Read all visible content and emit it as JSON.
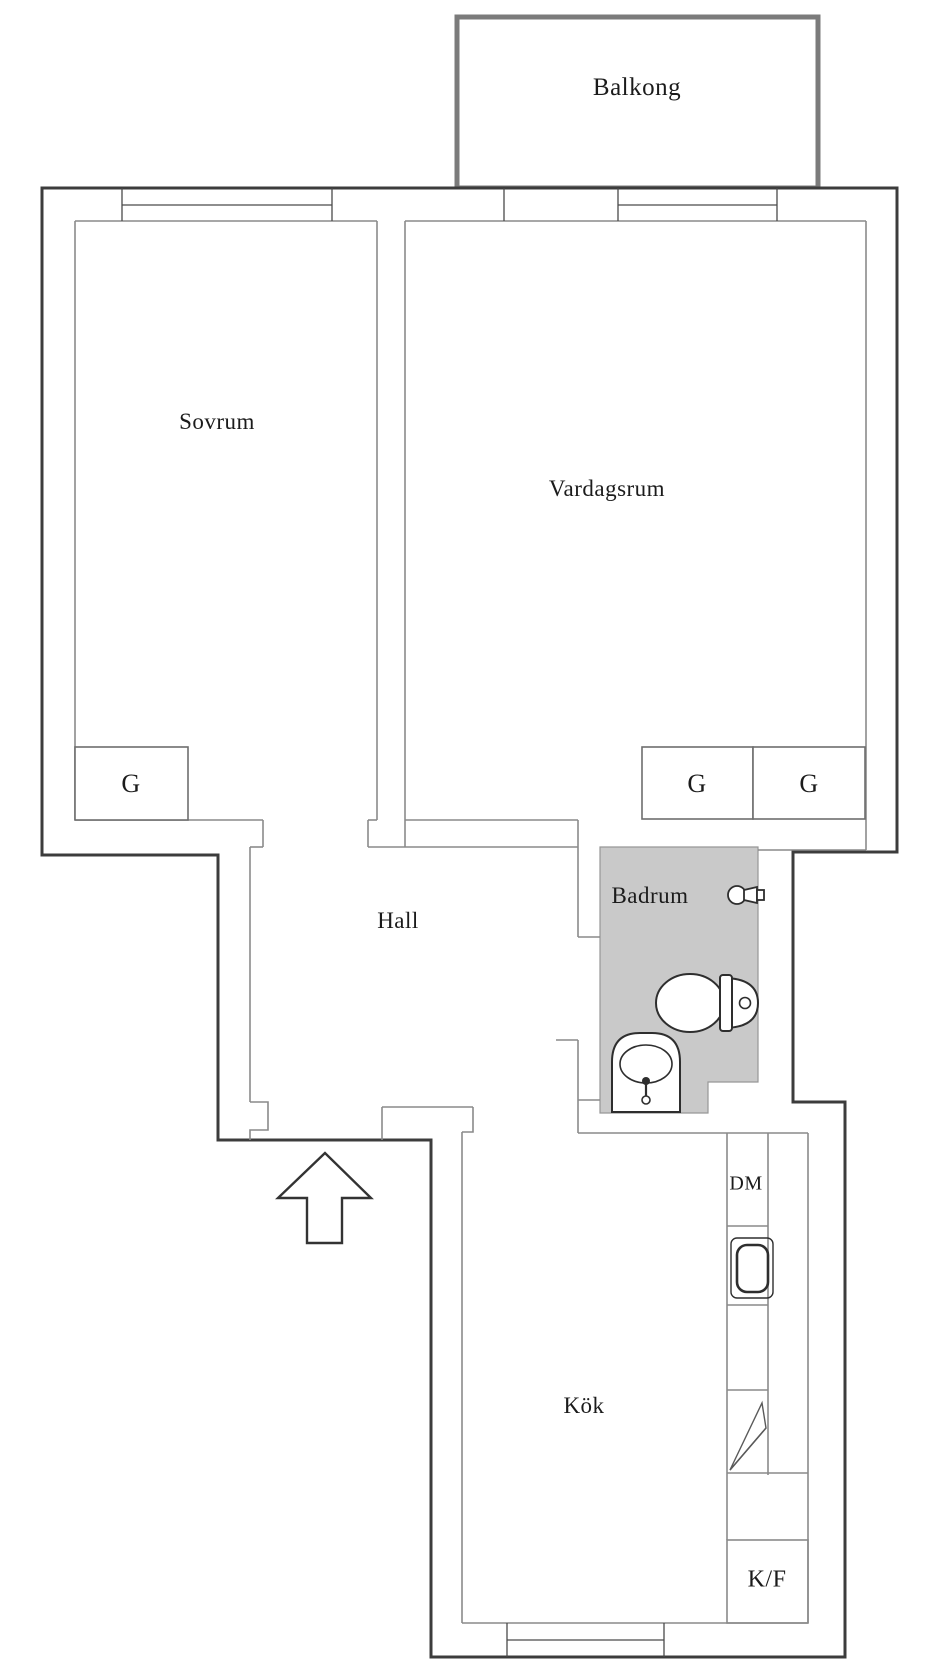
{
  "plan": {
    "type": "apartment-floorplan",
    "rooms": {
      "balkong": {
        "label": "Balkong"
      },
      "sovrum": {
        "label": "Sovrum"
      },
      "vardagsrum": {
        "label": "Vardagsrum"
      },
      "hall": {
        "label": "Hall"
      },
      "badrum": {
        "label": "Badrum"
      },
      "kok": {
        "label": "Kök"
      }
    },
    "fixtures": {
      "closet": {
        "label": "G"
      },
      "dishwasher": {
        "label": "DM"
      },
      "fridge_freezer": {
        "label": "K/F"
      }
    },
    "colors": {
      "wall_dark": "#3c3c3c",
      "wall_light": "#8a8a8a",
      "balcony_border": "#7b7b7b",
      "bathroom_floor": "#c9c9c9",
      "text": "#1b1b1b",
      "background": "#ffffff"
    }
  }
}
